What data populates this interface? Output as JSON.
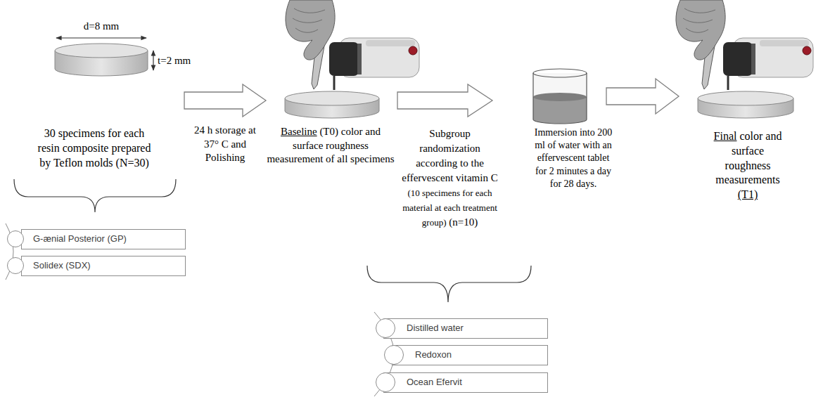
{
  "diagram": {
    "nodes": [
      {
        "text": [
          "G-ænial Posterior (GP)"
        ]
      },
      {
        "text": [
          "Solidex (SDX)"
        ]
      },
      {
        "text": [
          "Distilled water"
        ]
      },
      {
        "text": [
          "Redoxon"
        ]
      },
      {
        "text": [
          "Ocean Efervit"
        ]
      }
    ],
    "labels": [
      "d=8 mm",
      "t=2 mm",
      "30 specimens for each resin composite prepared by Teflon molds (N=30)",
      "24 h storage at 37° C and Polishing",
      "Baseline",
      "(T0) color and surface roughness measurement of all specimens",
      "Subgroup randomization according to the effervescent vitamin C",
      "(10 specimens for each material at each treatment group)",
      "(n=10)",
      "Immersion into 200 ml of water with an effervescent tablet for 2 minutes a day for 28 days.",
      "Final",
      "color and surface roughness measurements",
      "(T1)"
    ]
  }
}
